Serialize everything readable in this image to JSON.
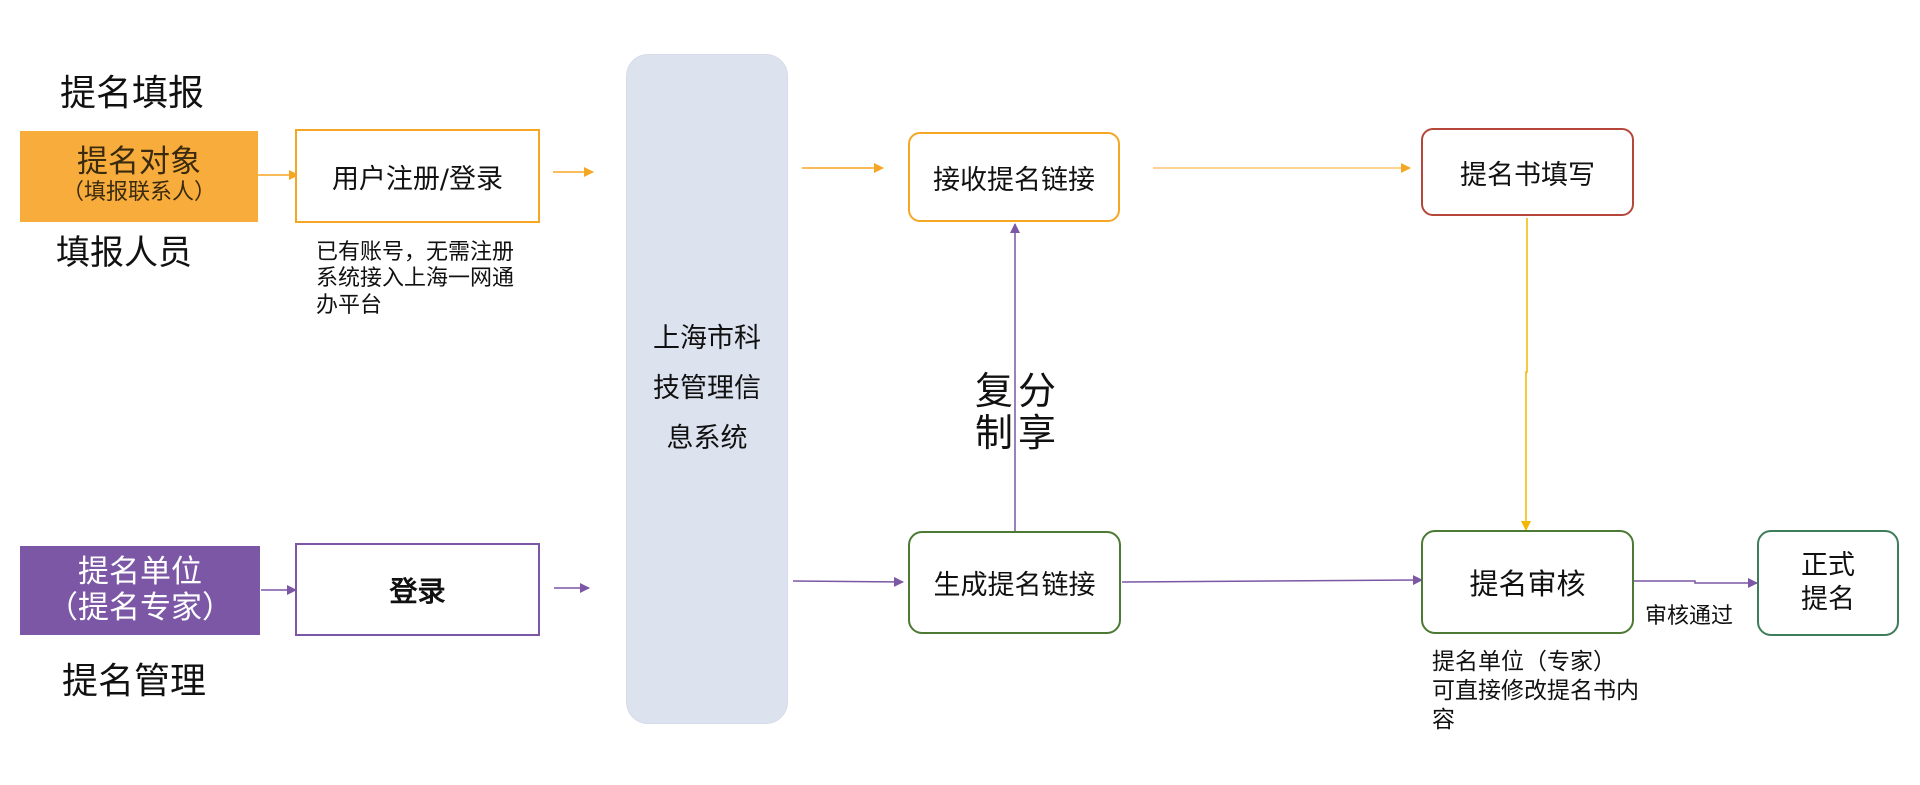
{
  "colors": {
    "orange": "#F7AC3B",
    "purple": "#7B57A6",
    "orange_line": "#F5A623",
    "dark_red": "#B5473A",
    "green": "#4C7A34",
    "yellow": "#F2B800",
    "system_fill": "#DCE2EE"
  },
  "headings": {
    "fill_title": "提名填报",
    "filler": "填报人员",
    "manage_title": "提名管理"
  },
  "top_row": {
    "object_line1": "提名对象",
    "object_line2": "（填报联系人）",
    "register_login": "用户注册/登录",
    "register_note": [
      "已有账号，无需注册",
      "系统接入上海一网通",
      "办平台"
    ]
  },
  "bottom_row": {
    "unit_line1": "提名单位",
    "unit_line2": "（提名专家）",
    "login": "登录"
  },
  "system": {
    "lines": [
      "上海市科",
      "技管理信",
      "息系统"
    ]
  },
  "flow": {
    "receive_link": "接收提名链接",
    "fill_form": "提名书填写",
    "generate_link": "生成提名链接",
    "review": "提名审核",
    "formal_line1": "正式",
    "formal_line2": "提名",
    "copy_col": [
      "复",
      "制"
    ],
    "share_col": [
      "分",
      "享"
    ],
    "review_pass": "审核通过",
    "review_note": [
      "提名单位（专家）",
      "可直接修改提名书内",
      "容"
    ]
  }
}
